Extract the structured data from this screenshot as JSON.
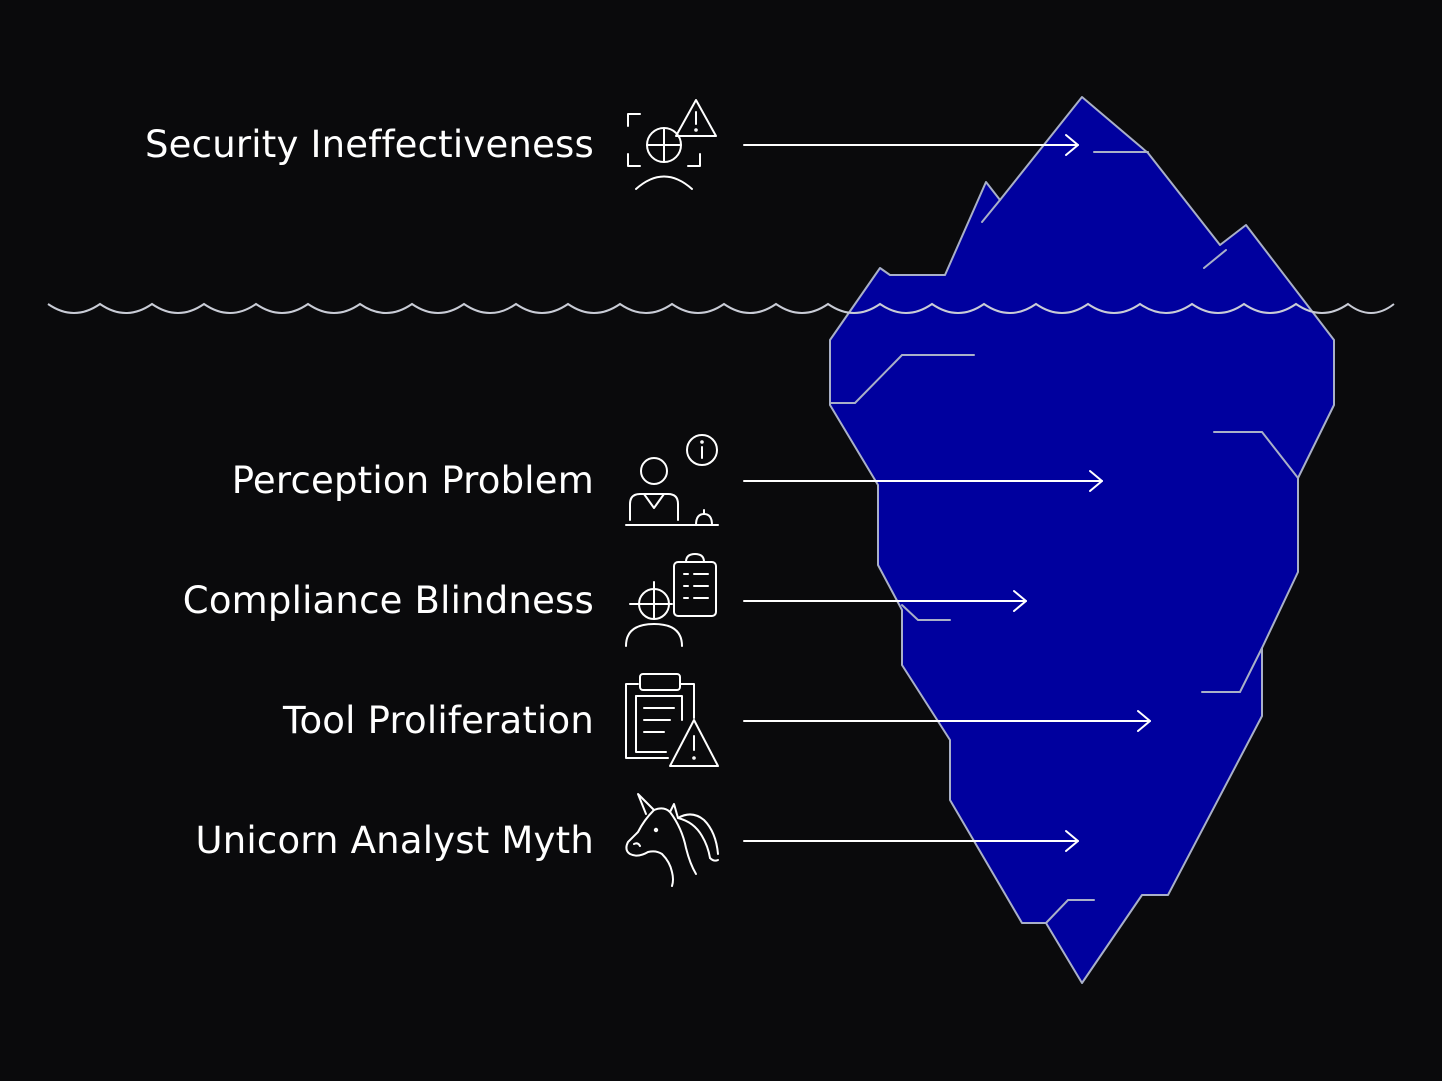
{
  "colors": {
    "background": "#0a0a0c",
    "iceberg_fill": "#00009e",
    "iceberg_outline": "#a9b0c8",
    "line": "#ffffff"
  },
  "items": [
    {
      "label": "Security Ineffectiveness",
      "icon": "security-scan-warning-icon"
    },
    {
      "label": "Perception Problem",
      "icon": "person-info-icon"
    },
    {
      "label": "Compliance Blindness",
      "icon": "person-checklist-icon"
    },
    {
      "label": "Tool Proliferation",
      "icon": "clipboard-warning-icon"
    },
    {
      "label": "Unicorn Analyst Myth",
      "icon": "unicorn-icon"
    }
  ]
}
